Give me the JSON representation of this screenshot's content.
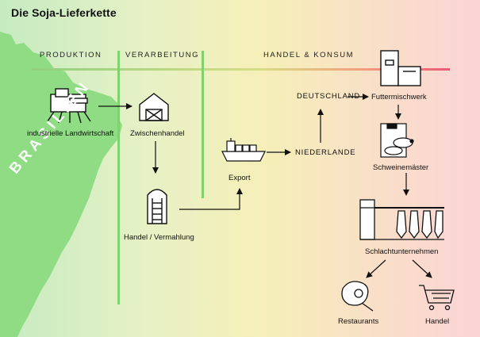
{
  "title": "Die Soja-Lieferkette",
  "sections": {
    "produktion": "PRODUKTION",
    "verarbeitung": "VERARBEITUNG",
    "handel_konsum": "HANDEL & KONSUM"
  },
  "region_label": "BRASILIEN",
  "nodes": {
    "landwirtschaft": "industrielle Landwirtschaft",
    "zwischenhandel": "Zwischenhandel",
    "vermahlung": "Handel / Vermahlung",
    "export": "Export",
    "niederlande": "NIEDERLANDE",
    "deutschland": "DEUTSCHLAND",
    "futtermischwerk": "Futtermischwerk",
    "schweinemaester": "Schweinemäster",
    "schlachtunternehmen": "Schlachtunternehmen",
    "restaurants": "Restaurants",
    "handel": "Handel"
  },
  "colors": {
    "land": "#8fdc84",
    "divider": "#7fd36f",
    "top_line_green": "#8fd07f",
    "top_line_red": "#ec5a77",
    "line": "#111111"
  }
}
